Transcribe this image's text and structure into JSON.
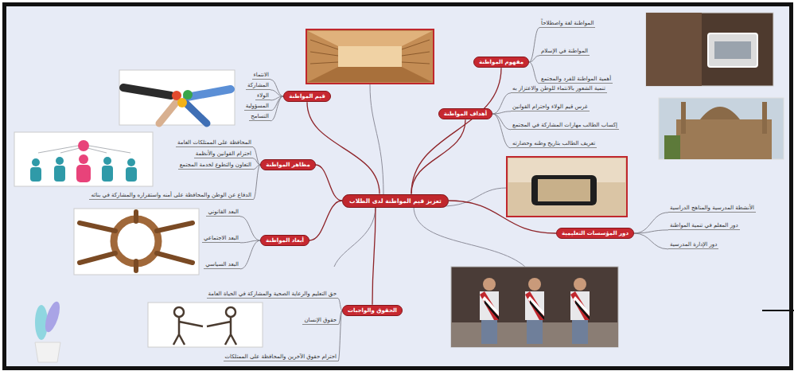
{
  "diagram": {
    "nodes": [
      {
        "text": [
          "تعزيز قيم المواطنة لدى الطلاب"
        ]
      },
      {
        "text": [
          "مفهوم المواطنة"
        ]
      },
      {
        "text": [
          "المواطنة لغة واصطلاحاً"
        ]
      },
      {
        "text": [
          "المواطنة في الإسلام"
        ]
      },
      {
        "text": [
          "أهمية المواطنة للفرد والمجتمع"
        ]
      },
      {
        "text": [
          "أهداف المواطنة"
        ]
      },
      {
        "text": [
          "تنمية الشعور بالانتماء للوطن والاعتزاز به"
        ]
      },
      {
        "text": [
          "غرس قيم الولاء واحترام القوانين"
        ]
      },
      {
        "text": [
          "إكساب الطالب مهارات المشاركة في المجتمع"
        ]
      },
      {
        "text": [
          "تعريف الطالب بتاريخ وطنه وحضارته"
        ]
      },
      {
        "text": [
          "دور المؤسسات التعليمية"
        ]
      },
      {
        "text": [
          "الأنشطة المدرسية والمناهج الدراسية"
        ]
      },
      {
        "text": [
          "دور المعلم في تنمية المواطنة"
        ]
      },
      {
        "text": [
          "دور الإدارة المدرسية"
        ]
      },
      {
        "text": [
          "قيم المواطنة"
        ]
      },
      {
        "text": [
          "الانتماء"
        ]
      },
      {
        "text": [
          "المشاركة"
        ]
      },
      {
        "text": [
          "الولاء"
        ]
      },
      {
        "text": [
          "المسؤولية"
        ]
      },
      {
        "text": [
          "التسامح"
        ]
      },
      {
        "text": [
          "مظاهر المواطنة"
        ]
      },
      {
        "text": [
          "المحافظة على الممتلكات العامة"
        ]
      },
      {
        "text": [
          "احترام القوانين والأنظمة"
        ]
      },
      {
        "text": [
          "التعاون والتطوع لخدمة المجتمع"
        ]
      },
      {
        "text": [
          "الدفاع عن الوطن والمحافظة على أمنه واستقراره والمشاركة في بنائه"
        ]
      },
      {
        "text": [
          "أبعاد المواطنة"
        ]
      },
      {
        "text": [
          "البعد القانوني"
        ]
      },
      {
        "text": [
          "البعد الاجتماعي"
        ]
      },
      {
        "text": [
          "البعد السياسي"
        ]
      },
      {
        "text": [
          "الحقوق والواجبات"
        ]
      },
      {
        "text": [
          "حق التعليم والرعاية الصحية والمشاركة في الحياة العامة"
        ]
      },
      {
        "text": [
          "حقوق الإنسان"
        ]
      },
      {
        "text": [
          "احترام حقوق الآخرين والمحافظة على الممتلكات"
        ]
      }
    ],
    "edges": [
      {
        "from": 0,
        "to": 1,
        "arrow": "none"
      },
      {
        "from": 1,
        "to": 2,
        "arrow": "none"
      },
      {
        "from": 1,
        "to": 3,
        "arrow": "none"
      },
      {
        "from": 1,
        "to": 4,
        "arrow": "none"
      },
      {
        "from": 0,
        "to": 5,
        "arrow": "none"
      },
      {
        "from": 5,
        "to": 6,
        "arrow": "none"
      },
      {
        "from": 5,
        "to": 7,
        "arrow": "none"
      },
      {
        "from": 5,
        "to": 8,
        "arrow": "none"
      },
      {
        "from": 5,
        "to": 9,
        "arrow": "none"
      },
      {
        "from": 0,
        "to": 10,
        "arrow": "none"
      },
      {
        "from": 10,
        "to": 11,
        "arrow": "none"
      },
      {
        "from": 10,
        "to": 12,
        "arrow": "none"
      },
      {
        "from": 10,
        "to": 13,
        "arrow": "none"
      },
      {
        "from": 0,
        "to": 14,
        "arrow": "none"
      },
      {
        "from": 14,
        "to": 15,
        "arrow": "none"
      },
      {
        "from": 14,
        "to": 16,
        "arrow": "none"
      },
      {
        "from": 14,
        "to": 17,
        "arrow": "none"
      },
      {
        "from": 14,
        "to": 18,
        "arrow": "none"
      },
      {
        "from": 14,
        "to": 19,
        "arrow": "none"
      },
      {
        "from": 0,
        "to": 20,
        "arrow": "none"
      },
      {
        "from": 20,
        "to": 21,
        "arrow": "none"
      },
      {
        "from": 20,
        "to": 22,
        "arrow": "none"
      },
      {
        "from": 20,
        "to": 23,
        "arrow": "none"
      },
      {
        "from": 20,
        "to": 24,
        "arrow": "none"
      },
      {
        "from": 0,
        "to": 25,
        "arrow": "none"
      },
      {
        "from": 25,
        "to": 26,
        "arrow": "none"
      },
      {
        "from": 25,
        "to": 27,
        "arrow": "none"
      },
      {
        "from": 25,
        "to": 28,
        "arrow": "none"
      },
      {
        "from": 0,
        "to": 29,
        "arrow": "none"
      },
      {
        "from": 29,
        "to": 30,
        "arrow": "none"
      },
      {
        "from": 29,
        "to": 31,
        "arrow": "none"
      },
      {
        "from": 29,
        "to": 32,
        "arrow": "none"
      }
    ]
  }
}
